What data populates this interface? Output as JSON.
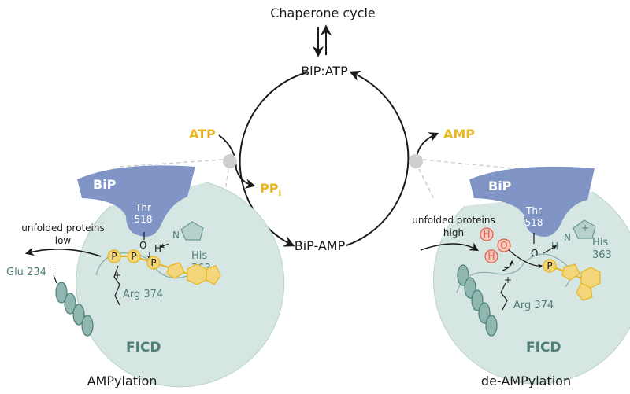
{
  "top": {
    "chaperone_cycle": "Chaperone cycle"
  },
  "cycle": {
    "bip_atp": "BiP:ATP",
    "bip_amp": "BiP-AMP",
    "atp": "ATP",
    "pp": "PP",
    "pp_subscript": "i",
    "amp": "AMP"
  },
  "left_panel": {
    "bip": "BiP",
    "thr": "Thr",
    "thr_num": "518",
    "his": "His",
    "his_num": "363",
    "note_line1": "unfolded proteins",
    "note_line2": "low",
    "glu": "Glu 234",
    "arg": "Arg 374",
    "ficd": "FICD",
    "phosphate": "P",
    "o": "O",
    "h": "H",
    "n": "N",
    "caption": "AMPylation"
  },
  "right_panel": {
    "bip": "BiP",
    "thr": "Thr",
    "thr_num": "518",
    "his": "His",
    "his_num": "363",
    "note_line1": "unfolded proteins",
    "note_line2": "high",
    "arg": "Arg 374",
    "ficd": "FICD",
    "phosphate": "P",
    "o": "O",
    "h": "H",
    "n": "N",
    "caption": "de-AMPylation"
  },
  "colors": {
    "bip": "#8095c6",
    "ficd": "#d6e6e3",
    "ficd_outline": "#8fb1ab",
    "gold": "#e8b520",
    "gold_fill": "#f3d679",
    "water_red": "#e05a4a",
    "water_fill": "#f7c9bd",
    "teal_text": "#4e7f7a",
    "dashed": "#c8c8c8"
  }
}
